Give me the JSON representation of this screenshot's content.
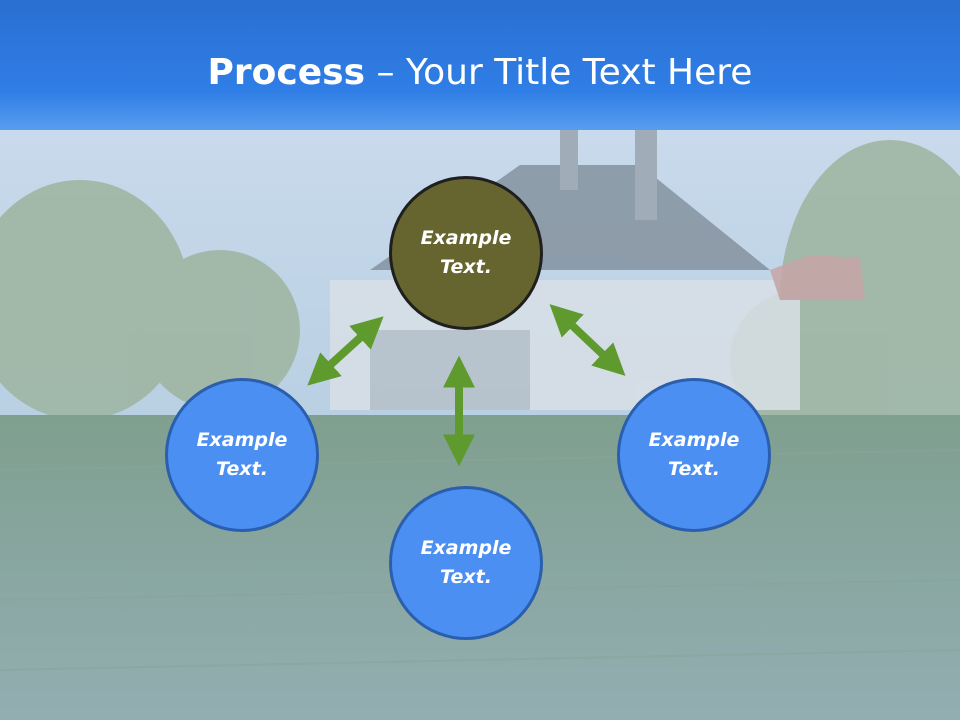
{
  "slide": {
    "title_bold": "Process",
    "title_rest": " – Your Title Text Here"
  },
  "diagram": {
    "nodes": [
      {
        "id": "top",
        "line1": "Example",
        "line2": "Text.",
        "color": "#66652f",
        "border": "#1f1f1f"
      },
      {
        "id": "left",
        "line1": "Example",
        "line2": "Text.",
        "color": "#4c8ff2",
        "border": "#2a5fae"
      },
      {
        "id": "right",
        "line1": "Example",
        "line2": "Text.",
        "color": "#4c8ff2",
        "border": "#2a5fae"
      },
      {
        "id": "bottom",
        "line1": "Example",
        "line2": "Text.",
        "color": "#4c8ff2",
        "border": "#2a5fae"
      }
    ],
    "arrow_color": "#5e9a2e"
  }
}
